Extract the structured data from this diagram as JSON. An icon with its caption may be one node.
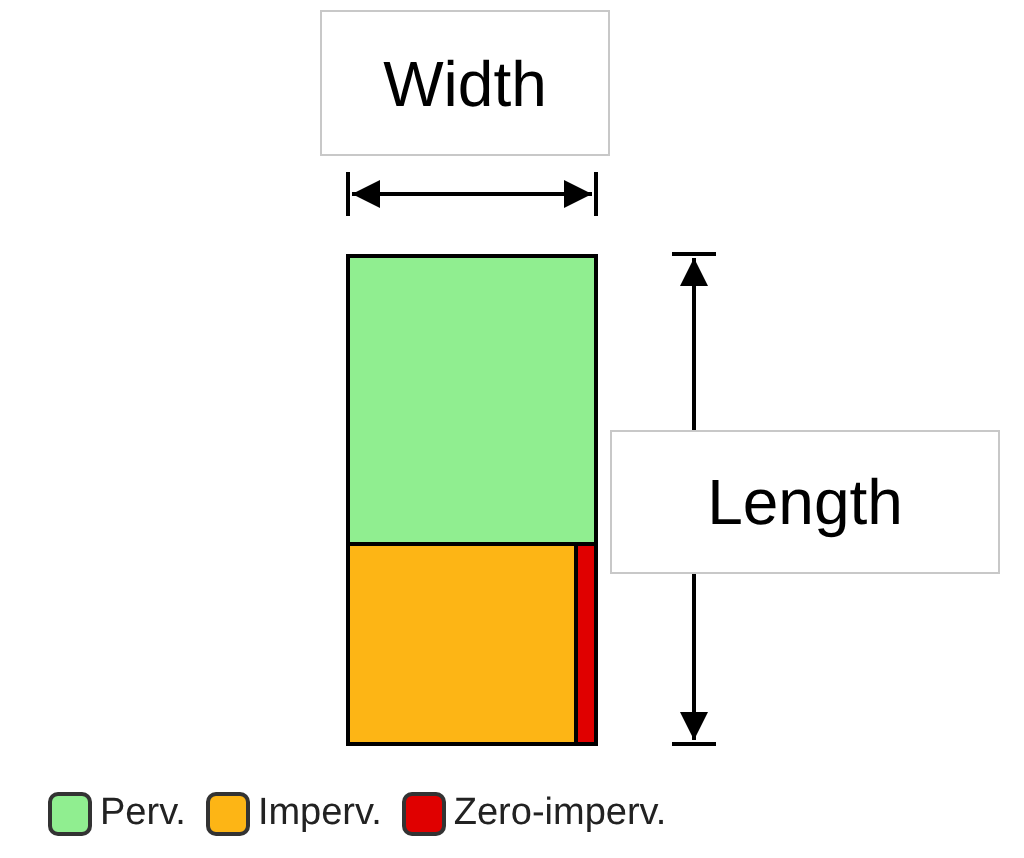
{
  "diagram": {
    "nodes": [
      {
        "text": [
          "Width"
        ]
      },
      {
        "text": [
          "Length"
        ]
      }
    ],
    "legend": [
      {
        "text": "Perv.",
        "color": "#90ee90"
      },
      {
        "text": "Imperv.",
        "color": "#fdb515"
      },
      {
        "text": "Zero-imperv.",
        "color": "#e00000"
      }
    ]
  }
}
